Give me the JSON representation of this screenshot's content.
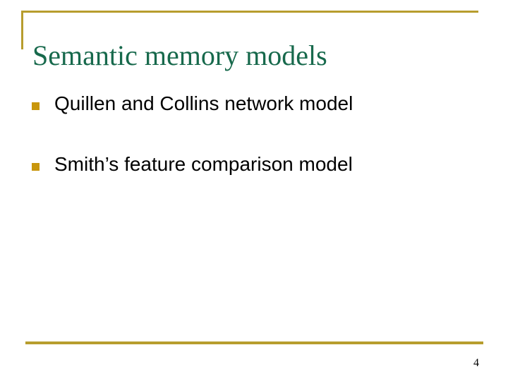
{
  "slide": {
    "title": "Semantic memory models",
    "bullets": [
      "Quillen and Collins network model",
      "Smith’s feature comparison model"
    ],
    "page_number": "4",
    "colors": {
      "accent_gold_rule": "#b79d2e",
      "bullet_gold": "#c8960c",
      "title_green": "#17694c",
      "body_text": "#000000",
      "background": "#ffffff"
    }
  }
}
